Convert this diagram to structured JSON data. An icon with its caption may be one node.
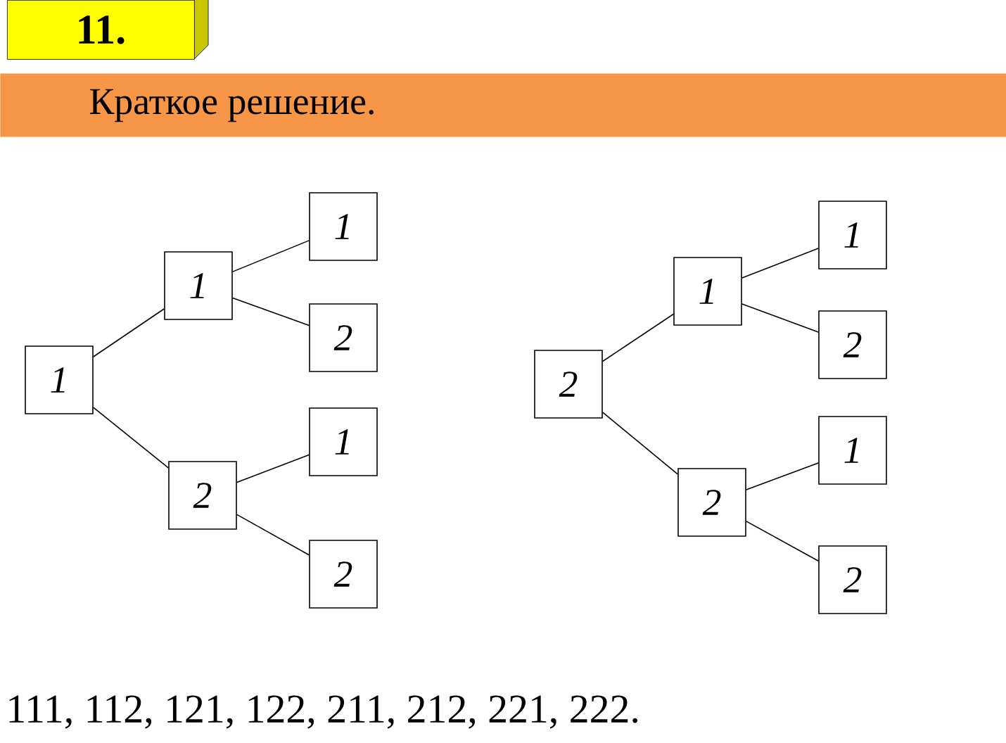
{
  "diagram": {
    "nodes": [
      {
        "text": [
          "11."
        ]
      },
      {
        "text": [
          "Краткое решение."
        ]
      },
      {
        "text": [
          "1"
        ]
      },
      {
        "text": [
          "1"
        ]
      },
      {
        "text": [
          "1"
        ]
      },
      {
        "text": [
          "2"
        ]
      },
      {
        "text": [
          "2"
        ]
      },
      {
        "text": [
          "1"
        ]
      },
      {
        "text": [
          "2"
        ]
      },
      {
        "text": [
          "2"
        ]
      },
      {
        "text": [
          "1"
        ]
      },
      {
        "text": [
          "1"
        ]
      },
      {
        "text": [
          "2"
        ]
      },
      {
        "text": [
          "2"
        ]
      },
      {
        "text": [
          "1"
        ]
      },
      {
        "text": [
          "2"
        ]
      }
    ],
    "edges": [
      {
        "from": 2,
        "to": 3,
        "arrow": "none"
      },
      {
        "from": 3,
        "to": 4,
        "arrow": "none"
      },
      {
        "from": 3,
        "to": 5,
        "arrow": "none"
      },
      {
        "from": 2,
        "to": 6,
        "arrow": "none"
      },
      {
        "from": 6,
        "to": 7,
        "arrow": "none"
      },
      {
        "from": 6,
        "to": 8,
        "arrow": "none"
      },
      {
        "from": 9,
        "to": 10,
        "arrow": "none"
      },
      {
        "from": 10,
        "to": 11,
        "arrow": "none"
      },
      {
        "from": 10,
        "to": 12,
        "arrow": "none"
      },
      {
        "from": 9,
        "to": 13,
        "arrow": "none"
      },
      {
        "from": 13,
        "to": 14,
        "arrow": "none"
      },
      {
        "from": 13,
        "to": 15,
        "arrow": "none"
      }
    ],
    "labels": [
      "111, 112, 121, 122, 211, 212, 221, 222."
    ]
  }
}
